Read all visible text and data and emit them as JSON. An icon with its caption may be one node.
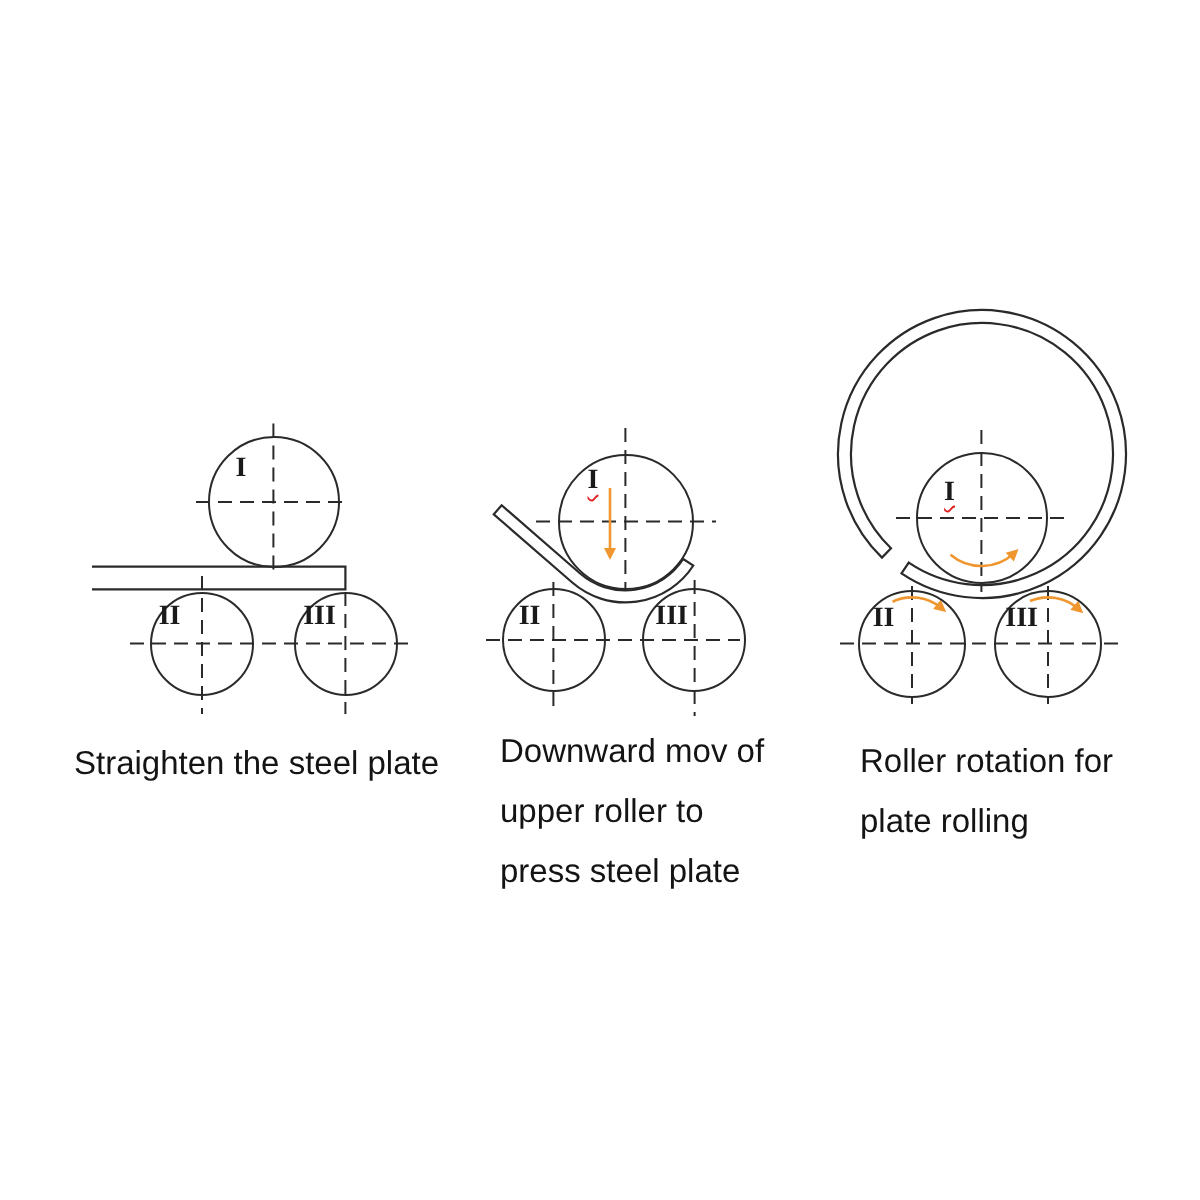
{
  "diagram": {
    "nodes": [
      {
        "text": [
          "I"
        ]
      },
      {
        "text": [
          "II"
        ]
      },
      {
        "text": [
          "III"
        ]
      },
      {
        "text": [
          "I"
        ]
      },
      {
        "text": [
          "II"
        ]
      },
      {
        "text": [
          "III"
        ]
      },
      {
        "text": [
          "I"
        ]
      },
      {
        "text": [
          "II"
        ]
      },
      {
        "text": [
          "III"
        ]
      }
    ],
    "labels": [
      "Straighten the steel plate",
      "Downward mov of upper roller to press steel plate",
      "Roller rotation for plate rolling"
    ]
  }
}
